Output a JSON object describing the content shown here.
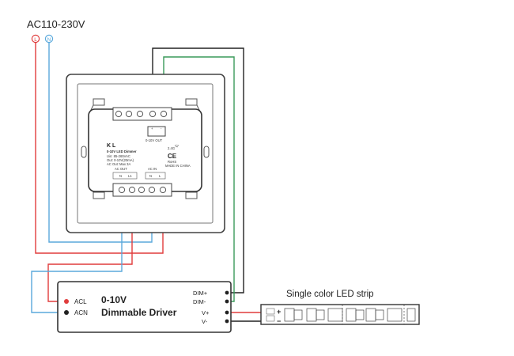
{
  "power": {
    "title": "AC110-230V",
    "live_symbol": "L",
    "neutral_symbol": "N"
  },
  "dimmer": {
    "brand": "K L",
    "model": "0-10V LED Dimmer",
    "input": "Uin: 85-265VAC",
    "output": "Out: 0-10V(20mA)",
    "ac_out_max": "AC Out: Max 3A",
    "rf": "2.4G",
    "ce": "CE",
    "rohs": "RoHS",
    "made_in": "MADE IN CHINA",
    "top_terminal_label": "0-10V OUT",
    "top_plus": "+",
    "top_minus": "-",
    "ac_out_label": "AC OUT",
    "ac_in_label": "AC IN",
    "terminals": [
      "N",
      "L1",
      "N",
      "L"
    ]
  },
  "driver": {
    "title_line1": "0-10V",
    "title_line2": "Dimmable Driver",
    "acl": "ACL",
    "acn": "ACN",
    "dim_plus": "DIM+",
    "dim_minus": "DIM-",
    "v_plus": "V+",
    "v_minus": "V-"
  },
  "led_strip": {
    "title": "Single color LED strip",
    "plus": "+",
    "minus": "−"
  },
  "colors": {
    "live": "#e03c3c",
    "neutral": "#5aa9dc",
    "dim": "#3a9a5a",
    "wire": "#222222"
  }
}
